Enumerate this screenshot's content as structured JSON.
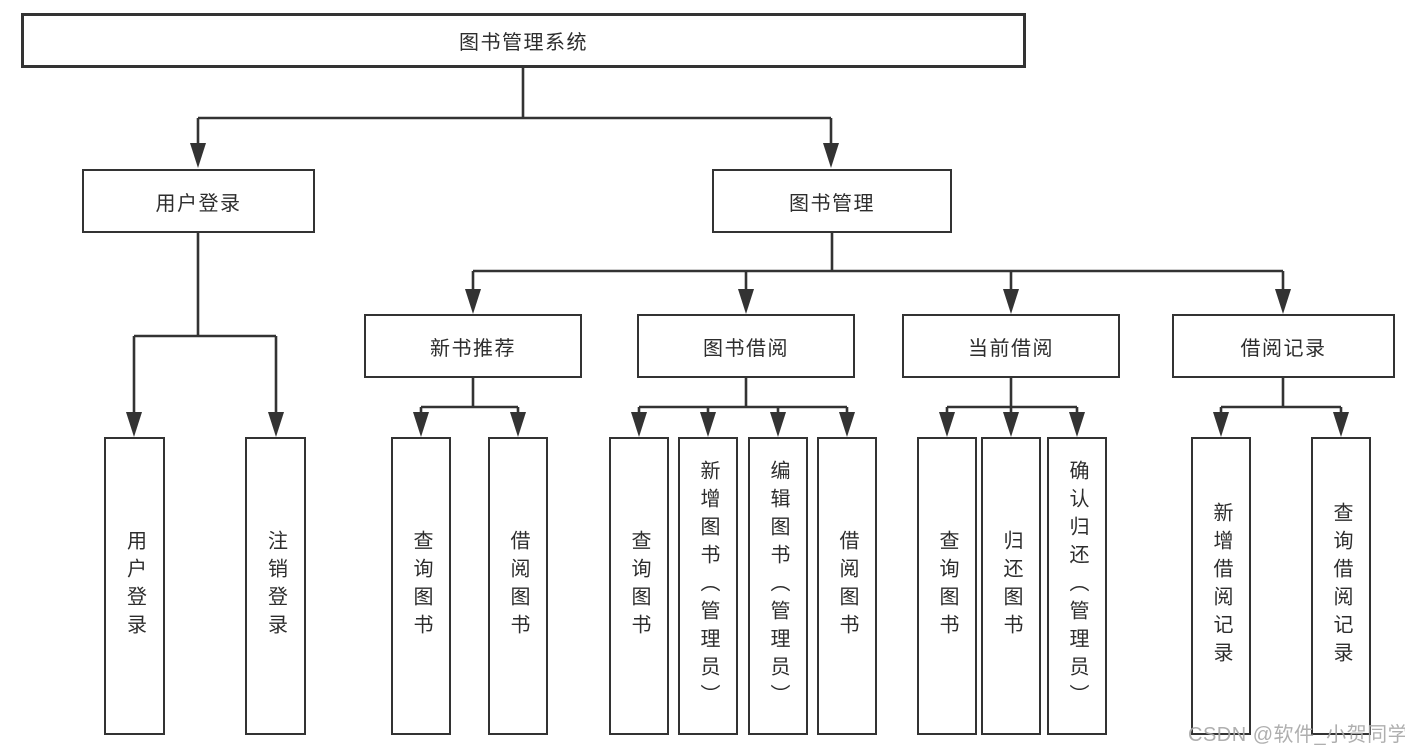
{
  "diagram": {
    "root": {
      "label": "图书管理系统"
    },
    "branches": [
      {
        "label": "用户登录",
        "children": [
          {
            "label": "用户登录"
          },
          {
            "label": "注销登录"
          }
        ]
      },
      {
        "label": "图书管理",
        "children": [
          {
            "label": "新书推荐",
            "children": [
              {
                "label": "查询图书"
              },
              {
                "label": "借阅图书"
              }
            ]
          },
          {
            "label": "图书借阅",
            "children": [
              {
                "label": "查询图书"
              },
              {
                "label": "新增图书（管理员）"
              },
              {
                "label": "编辑图书（管理员）"
              },
              {
                "label": "借阅图书"
              }
            ]
          },
          {
            "label": "当前借阅",
            "children": [
              {
                "label": "查询图书"
              },
              {
                "label": "归还图书"
              },
              {
                "label": "确认归还（管理员）"
              }
            ]
          },
          {
            "label": "借阅记录",
            "children": [
              {
                "label": "新增借阅记录"
              },
              {
                "label": "查询借阅记录"
              }
            ]
          }
        ]
      }
    ]
  },
  "watermark": {
    "text": "CSDN @软件_小贺同学"
  },
  "colors": {
    "line": "#333333",
    "box_border": "#333333",
    "text": "#2d2d2d",
    "watermark": "#a8a8a8",
    "background": "#ffffff"
  }
}
